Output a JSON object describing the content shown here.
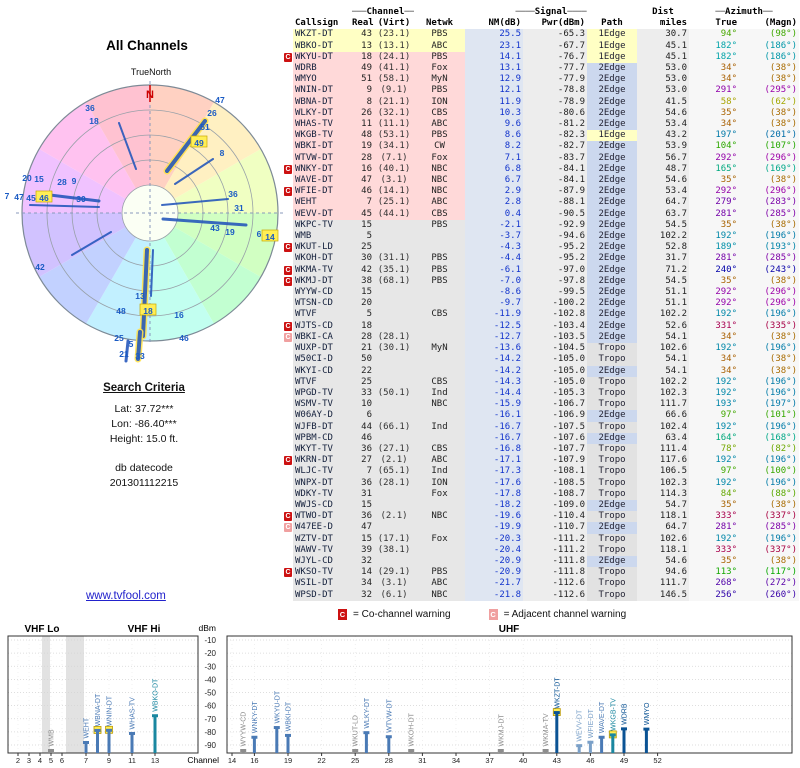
{
  "radar": {
    "title": "All Channels",
    "north_label": "TrueNorth",
    "n_letter": "N",
    "markers": [
      [
        "36",
        90,
        81,
        0
      ],
      [
        "18",
        94,
        94,
        0
      ],
      [
        "47",
        220,
        73,
        0
      ],
      [
        "26",
        212,
        86,
        0
      ],
      [
        "51",
        205,
        100,
        0
      ],
      [
        "49",
        199,
        116,
        1
      ],
      [
        "8",
        222,
        126,
        0
      ],
      [
        "20",
        27,
        151,
        0
      ],
      [
        "15",
        39,
        152,
        0
      ],
      [
        "28",
        62,
        155,
        0
      ],
      [
        "9",
        74,
        154,
        0
      ],
      [
        "7",
        7,
        169,
        0
      ],
      [
        "47",
        19,
        170,
        0
      ],
      [
        "45",
        31,
        171,
        0
      ],
      [
        "46",
        44,
        171,
        1
      ],
      [
        "30",
        81,
        172,
        0
      ],
      [
        "42",
        40,
        240,
        0
      ],
      [
        "48",
        121,
        284,
        0
      ],
      [
        "13",
        140,
        269,
        0
      ],
      [
        "18",
        148,
        284,
        1
      ],
      [
        "16",
        179,
        288,
        0
      ],
      [
        "46",
        184,
        311,
        0
      ],
      [
        "25",
        119,
        311,
        0
      ],
      [
        "5",
        131,
        317,
        0
      ],
      [
        "21",
        124,
        327,
        0
      ],
      [
        "33",
        140,
        329,
        0
      ],
      [
        "36",
        233,
        167,
        0
      ],
      [
        "31",
        239,
        181,
        0
      ],
      [
        "43",
        215,
        201,
        0
      ],
      [
        "19",
        230,
        205,
        0
      ],
      [
        "6",
        259,
        207,
        0
      ],
      [
        "14",
        270,
        210,
        1
      ]
    ],
    "lines": [
      [
        167,
        143,
        205,
        93,
        4
      ],
      [
        175,
        156,
        213,
        131,
        2
      ],
      [
        162,
        177,
        228,
        171,
        2
      ],
      [
        163,
        191,
        246,
        197,
        3
      ],
      [
        147,
        222,
        143,
        308,
        4
      ],
      [
        153,
        222,
        151,
        268,
        2
      ],
      [
        140,
        304,
        138,
        331,
        4
      ],
      [
        128,
        313,
        126,
        333,
        3
      ],
      [
        111,
        204,
        72,
        227,
        2
      ],
      [
        99,
        173,
        50,
        167,
        3
      ],
      [
        99,
        179,
        30,
        177,
        2
      ],
      [
        136,
        141,
        119,
        95,
        2
      ]
    ]
  },
  "criteria": {
    "title": "Search Criteria",
    "lat": "Lat: 37.72***",
    "lon": "Lon: -86.40***",
    "height": "Height: 15.0 ft.",
    "datecode_label": "db datecode",
    "datecode": "201301112215",
    "link": "www.tvfool.com"
  },
  "legend": {
    "c": "C",
    "co": "= Co-channel warning",
    "adj": "= Adjacent channel warning"
  },
  "table": {
    "groups": [
      {
        "span": 2,
        "pre": "",
        "label": "",
        "post": ""
      },
      {
        "span": 2,
        "pre": "━━━",
        "label": "Channel",
        "post": "━━━"
      },
      {
        "span": 1,
        "pre": "",
        "label": "",
        "post": ""
      },
      {
        "span": 3,
        "pre": "━━━━",
        "label": "Signal",
        "post": "━━━━"
      },
      {
        "span": 1,
        "pre": "",
        "label": "Dist",
        "post": ""
      },
      {
        "span": 2,
        "pre": "━━",
        "label": "Azimuth",
        "post": "━━"
      }
    ],
    "cols": [
      {
        "t": "Callsign",
        "a": "l"
      },
      {
        "t": "Real",
        "a": "r"
      },
      {
        "t": "(Virt)",
        "a": "c"
      },
      {
        "t": "Netwk",
        "a": "c"
      },
      {
        "t": "NM(dB)",
        "a": "r"
      },
      {
        "t": "Pwr(dBm)",
        "a": "r"
      },
      {
        "t": "Path",
        "a": "c"
      },
      {
        "t": "miles",
        "a": "r"
      },
      {
        "t": "True",
        "a": "r"
      },
      {
        "t": "(Magn)",
        "a": "r"
      }
    ],
    "rows": [
      [
        "WKZT-DT",
        "43",
        "(23.1)",
        "PBS",
        "25.5",
        "-65.3",
        "1Edge",
        "30.7",
        "94°",
        "(98°)",
        "",
        "y"
      ],
      [
        "WBKO-DT",
        "13",
        "(13.1)",
        "ABC",
        "23.1",
        "-67.7",
        "1Edge",
        "45.1",
        "182°",
        "(186°)",
        "",
        "y"
      ],
      [
        "WKYU-DT",
        "18",
        "(24.1)",
        "PBS",
        "14.1",
        "-76.7",
        "1Edge",
        "45.1",
        "182°",
        "(186°)",
        "C",
        "p"
      ],
      [
        "WDRB",
        "49",
        "(41.1)",
        "Fox",
        "13.1",
        "-77.7",
        "2Edge",
        "53.0",
        "34°",
        "(38°)",
        "",
        "p"
      ],
      [
        "WMYO",
        "51",
        "(58.1)",
        "MyN",
        "12.9",
        "-77.9",
        "2Edge",
        "53.0",
        "34°",
        "(38°)",
        "",
        "p"
      ],
      [
        "WNIN-DT",
        "9",
        "(9.1)",
        "PBS",
        "12.1",
        "-78.8",
        "2Edge",
        "53.0",
        "291°",
        "(295°)",
        "",
        "p"
      ],
      [
        "WBNA-DT",
        "8",
        "(21.1)",
        "ION",
        "11.9",
        "-78.9",
        "2Edge",
        "41.5",
        "58°",
        "(62°)",
        "",
        "p"
      ],
      [
        "WLKY-DT",
        "26",
        "(32.1)",
        "CBS",
        "10.3",
        "-80.6",
        "2Edge",
        "54.6",
        "35°",
        "(38°)",
        "",
        "p"
      ],
      [
        "WHAS-TV",
        "11",
        "(11.1)",
        "ABC",
        "9.6",
        "-81.2",
        "2Edge",
        "53.4",
        "34°",
        "(38°)",
        "",
        "p"
      ],
      [
        "WKGB-TV",
        "48",
        "(53.1)",
        "PBS",
        "8.6",
        "-82.3",
        "1Edge",
        "43.2",
        "197°",
        "(201°)",
        "",
        "p"
      ],
      [
        "WBKI-DT",
        "19",
        "(34.1)",
        "CW",
        "8.2",
        "-82.7",
        "2Edge",
        "53.9",
        "104°",
        "(107°)",
        "",
        "p"
      ],
      [
        "WTVW-DT",
        "28",
        "(7.1)",
        "Fox",
        "7.1",
        "-83.7",
        "2Edge",
        "56.7",
        "292°",
        "(296°)",
        "",
        "p"
      ],
      [
        "WNKY-DT",
        "16",
        "(40.1)",
        "NBC",
        "6.8",
        "-84.1",
        "2Edge",
        "48.7",
        "165°",
        "(169°)",
        "C",
        "p"
      ],
      [
        "WAVE-DT",
        "47",
        "(3.1)",
        "NBC",
        "6.7",
        "-84.1",
        "2Edge",
        "54.6",
        "35°",
        "(38°)",
        "",
        "p"
      ],
      [
        "WFIE-DT",
        "46",
        "(14.1)",
        "NBC",
        "2.9",
        "-87.9",
        "2Edge",
        "53.4",
        "292°",
        "(296°)",
        "C",
        "p"
      ],
      [
        "WEHT",
        "7",
        "(25.1)",
        "ABC",
        "2.8",
        "-88.1",
        "2Edge",
        "64.7",
        "279°",
        "(283°)",
        "",
        "p"
      ],
      [
        "WEVV-DT",
        "45",
        "(44.1)",
        "CBS",
        "0.4",
        "-90.5",
        "2Edge",
        "63.7",
        "281°",
        "(285°)",
        "",
        "p"
      ],
      [
        "WKPC-TV",
        "15",
        "",
        "PBS",
        "-2.1",
        "-92.9",
        "2Edge",
        "54.5",
        "35°",
        "(38°)",
        "",
        "g"
      ],
      [
        "WMB",
        "5",
        "",
        "",
        "-3.7",
        "-94.6",
        "2Edge",
        "102.2",
        "192°",
        "(196°)",
        "",
        "g"
      ],
      [
        "WKUT-LD",
        "25",
        "",
        "",
        "-4.3",
        "-95.2",
        "2Edge",
        "52.8",
        "189°",
        "(193°)",
        "C",
        "g"
      ],
      [
        "WKOH-DT",
        "30",
        "(31.1)",
        "PBS",
        "-4.4",
        "-95.2",
        "2Edge",
        "31.7",
        "281°",
        "(285°)",
        "",
        "g"
      ],
      [
        "WKMA-TV",
        "42",
        "(35.1)",
        "PBS",
        "-6.1",
        "-97.0",
        "2Edge",
        "71.2",
        "240°",
        "(243°)",
        "C",
        "g"
      ],
      [
        "WKMJ-DT",
        "38",
        "(68.1)",
        "PBS",
        "-7.0",
        "-97.8",
        "2Edge",
        "54.5",
        "35°",
        "(38°)",
        "C",
        "g"
      ],
      [
        "WYYW-CD",
        "15",
        "",
        "",
        "-8.6",
        "-99.5",
        "2Edge",
        "51.1",
        "292°",
        "(296°)",
        "",
        "g"
      ],
      [
        "WTSN-CD",
        "20",
        "",
        "",
        "-9.7",
        "-100.2",
        "2Edge",
        "51.1",
        "292°",
        "(296°)",
        "",
        "g"
      ],
      [
        "WTVF",
        "5",
        "",
        "CBS",
        "-11.9",
        "-102.8",
        "2Edge",
        "102.2",
        "192°",
        "(196°)",
        "",
        "g"
      ],
      [
        "WJTS-CD",
        "18",
        "",
        "",
        "-12.5",
        "-103.4",
        "2Edge",
        "52.6",
        "331°",
        "(335°)",
        "C",
        "g"
      ],
      [
        "WBKI-CA",
        "28",
        "(28.1)",
        "",
        "-12.7",
        "-103.5",
        "2Edge",
        "54.1",
        "34°",
        "(38°)",
        "A",
        "g"
      ],
      [
        "WUXP-DT",
        "21",
        "(30.1)",
        "MyN",
        "-13.6",
        "-104.5",
        "Tropo",
        "102.6",
        "192°",
        "(196°)",
        "",
        "g"
      ],
      [
        "W50CI-D",
        "50",
        "",
        "",
        "-14.2",
        "-105.0",
        "Tropo",
        "54.1",
        "34°",
        "(38°)",
        "",
        "g"
      ],
      [
        "WKYI-CD",
        "22",
        "",
        "",
        "-14.2",
        "-105.0",
        "2Edge",
        "54.1",
        "34°",
        "(38°)",
        "",
        "g"
      ],
      [
        "WTVF",
        "25",
        "",
        "CBS",
        "-14.3",
        "-105.0",
        "Tropo",
        "102.2",
        "192°",
        "(196°)",
        "",
        "g"
      ],
      [
        "WPGD-TV",
        "33",
        "(50.1)",
        "Ind",
        "-14.4",
        "-105.3",
        "Tropo",
        "102.3",
        "192°",
        "(196°)",
        "",
        "g"
      ],
      [
        "WSMV-TV",
        "10",
        "",
        "NBC",
        "-15.9",
        "-106.7",
        "Tropo",
        "111.7",
        "193°",
        "(197°)",
        "",
        "g"
      ],
      [
        "W06AY-D",
        "6",
        "",
        "",
        "-16.1",
        "-106.9",
        "2Edge",
        "66.6",
        "97°",
        "(101°)",
        "",
        "g"
      ],
      [
        "WJFB-DT",
        "44",
        "(66.1)",
        "Ind",
        "-16.7",
        "-107.5",
        "Tropo",
        "102.4",
        "192°",
        "(196°)",
        "",
        "g"
      ],
      [
        "WPBM-CD",
        "46",
        "",
        "",
        "-16.7",
        "-107.6",
        "2Edge",
        "63.4",
        "164°",
        "(168°)",
        "",
        "g"
      ],
      [
        "WKYT-TV",
        "36",
        "(27.1)",
        "CBS",
        "-16.8",
        "-107.7",
        "Tropo",
        "111.4",
        "78°",
        "(82°)",
        "",
        "g"
      ],
      [
        "WKRN-DT",
        "27",
        "(2.1)",
        "ABC",
        "-17.1",
        "-107.9",
        "Tropo",
        "117.6",
        "192°",
        "(196°)",
        "C",
        "g"
      ],
      [
        "WLJC-TV",
        "7",
        "(65.1)",
        "Ind",
        "-17.3",
        "-108.1",
        "Tropo",
        "106.5",
        "97°",
        "(100°)",
        "",
        "g"
      ],
      [
        "WNPX-DT",
        "36",
        "(28.1)",
        "ION",
        "-17.6",
        "-108.5",
        "Tropo",
        "102.3",
        "192°",
        "(196°)",
        "",
        "g"
      ],
      [
        "WDKY-TV",
        "31",
        "",
        "Fox",
        "-17.8",
        "-108.7",
        "Tropo",
        "114.3",
        "84°",
        "(88°)",
        "",
        "g"
      ],
      [
        "WWJS-CD",
        "15",
        "",
        "",
        "-18.2",
        "-109.0",
        "2Edge",
        "54.7",
        "35°",
        "(38°)",
        "",
        "g"
      ],
      [
        "WTWO-DT",
        "36",
        "(2.1)",
        "NBC",
        "-19.6",
        "-110.4",
        "Tropo",
        "118.1",
        "333°",
        "(337°)",
        "C",
        "g"
      ],
      [
        "W47EE-D",
        "47",
        "",
        "",
        "-19.9",
        "-110.7",
        "2Edge",
        "64.7",
        "281°",
        "(285°)",
        "A",
        "g"
      ],
      [
        "WZTV-DT",
        "15",
        "(17.1)",
        "Fox",
        "-20.3",
        "-111.2",
        "Tropo",
        "102.6",
        "192°",
        "(196°)",
        "",
        "g"
      ],
      [
        "WAWV-TV",
        "39",
        "(38.1)",
        "",
        "-20.4",
        "-111.2",
        "Tropo",
        "118.1",
        "333°",
        "(337°)",
        "",
        "g"
      ],
      [
        "WJYL-CD",
        "32",
        "",
        "",
        "-20.9",
        "-111.8",
        "2Edge",
        "54.6",
        "35°",
        "(38°)",
        "",
        "g"
      ],
      [
        "WKSO-TV",
        "14",
        "(29.1)",
        "PBS",
        "-20.9",
        "-111.8",
        "Tropo",
        "94.6",
        "113°",
        "(117°)",
        "C",
        "g"
      ],
      [
        "WSIL-DT",
        "34",
        "(3.1)",
        "ABC",
        "-21.7",
        "-112.6",
        "Tropo",
        "111.7",
        "268°",
        "(272°)",
        "",
        "g"
      ],
      [
        "WPSD-DT",
        "32",
        "(6.1)",
        "NBC",
        "-21.8",
        "-112.6",
        "Tropo",
        "146.5",
        "256°",
        "(260°)",
        "",
        "g"
      ]
    ]
  },
  "colors": {
    "sig": {
      "y": "#ffffc4",
      "p": "#ffd9d9",
      "g": "#e7e7e7"
    },
    "path": {
      "1Edge": "#ffffc4",
      "2Edge": "#ccd8ee",
      "Tropo": "#e2e2e2"
    },
    "nm_bg": "#dfe6f2",
    "num_bg": "#ededed",
    "az_bg": "#f7f7f7",
    "nm_text": "#1133cc",
    "warn_co": "#cc1111",
    "warn_adj": "#f0a0a0"
  },
  "charts": {
    "dbm_label": "dBm",
    "dbm_ticks": [
      -10,
      -20,
      -30,
      -40,
      -50,
      -60,
      -70,
      -80,
      -90
    ],
    "channel_label": "Channel",
    "vhf": {
      "title_lo": "VHF Lo",
      "title_hi": "VHF Hi",
      "ticks": [
        2,
        3,
        4,
        5,
        6,
        7,
        9,
        11,
        13
      ],
      "bars": [
        {
          "ch": 5,
          "call": "WMB",
          "dbm": -94.6,
          "color": "#8d8d8d"
        },
        {
          "ch": 7,
          "call": "WEHT",
          "dbm": -88.1,
          "color": "#4a7ab5"
        },
        {
          "ch": 8,
          "call": "WBNA-DT",
          "dbm": -78.9,
          "color": "#4a7ab5",
          "hl": true
        },
        {
          "ch": 9,
          "call": "WNIN-DT",
          "dbm": -78.8,
          "color": "#4a7ab5",
          "hl": true
        },
        {
          "ch": 11,
          "call": "WHAS-TV",
          "dbm": -81.2,
          "color": "#4a7ab5"
        },
        {
          "ch": 13,
          "call": "WBKO-DT",
          "dbm": -67.7,
          "color": "#1a87a0"
        }
      ]
    },
    "uhf": {
      "title": "UHF",
      "ticks": [
        14,
        16,
        19,
        22,
        25,
        28,
        31,
        34,
        37,
        40,
        43,
        46,
        49,
        52
      ],
      "bars": [
        {
          "ch": 15,
          "call": "WYYW-CD",
          "dbm": -99.5,
          "color": "#8d8d8d"
        },
        {
          "ch": 16,
          "call": "WNKY-DT",
          "dbm": -84.1,
          "color": "#4a7ab5"
        },
        {
          "ch": 18,
          "call": "WKYU-DT",
          "dbm": -76.7,
          "color": "#4a7ab5"
        },
        {
          "ch": 19,
          "call": "WBKI-DT",
          "dbm": -82.7,
          "color": "#4a7ab5"
        },
        {
          "ch": 25,
          "call": "WKUT-LD",
          "dbm": -95.2,
          "color": "#8d8d8d"
        },
        {
          "ch": 26,
          "call": "WLKY-DT",
          "dbm": -80.6,
          "color": "#4a7ab5"
        },
        {
          "ch": 28,
          "call": "WTVW-DT",
          "dbm": -83.7,
          "color": "#4a7ab5"
        },
        {
          "ch": 30,
          "call": "WKOH-DT",
          "dbm": -95.2,
          "color": "#8d8d8d"
        },
        {
          "ch": 38,
          "call": "WKMJ-DT",
          "dbm": -97.8,
          "color": "#8d8d8d"
        },
        {
          "ch": 42,
          "call": "WKMA-TV",
          "dbm": -97.0,
          "color": "#8d8d8d"
        },
        {
          "ch": 43,
          "call": "WKZT-DT",
          "dbm": -65.3,
          "color": "#0b5394",
          "hl": true
        },
        {
          "ch": 45,
          "call": "WEVV-DT",
          "dbm": -90.5,
          "color": "#7aa0c8"
        },
        {
          "ch": 46,
          "call": "WFIE-DT",
          "dbm": -87.9,
          "color": "#7aa0c8"
        },
        {
          "ch": 47,
          "call": "WAVE-DT",
          "dbm": -84.1,
          "color": "#4a7ab5"
        },
        {
          "ch": 48,
          "call": "WKGB-TV",
          "dbm": -82.3,
          "color": "#1a87a0",
          "hl": true
        },
        {
          "ch": 49,
          "call": "WDRB",
          "dbm": -77.7,
          "color": "#0b5394"
        },
        {
          "ch": 51,
          "call": "WMYO",
          "dbm": -77.9,
          "color": "#0b5394"
        }
      ]
    }
  }
}
